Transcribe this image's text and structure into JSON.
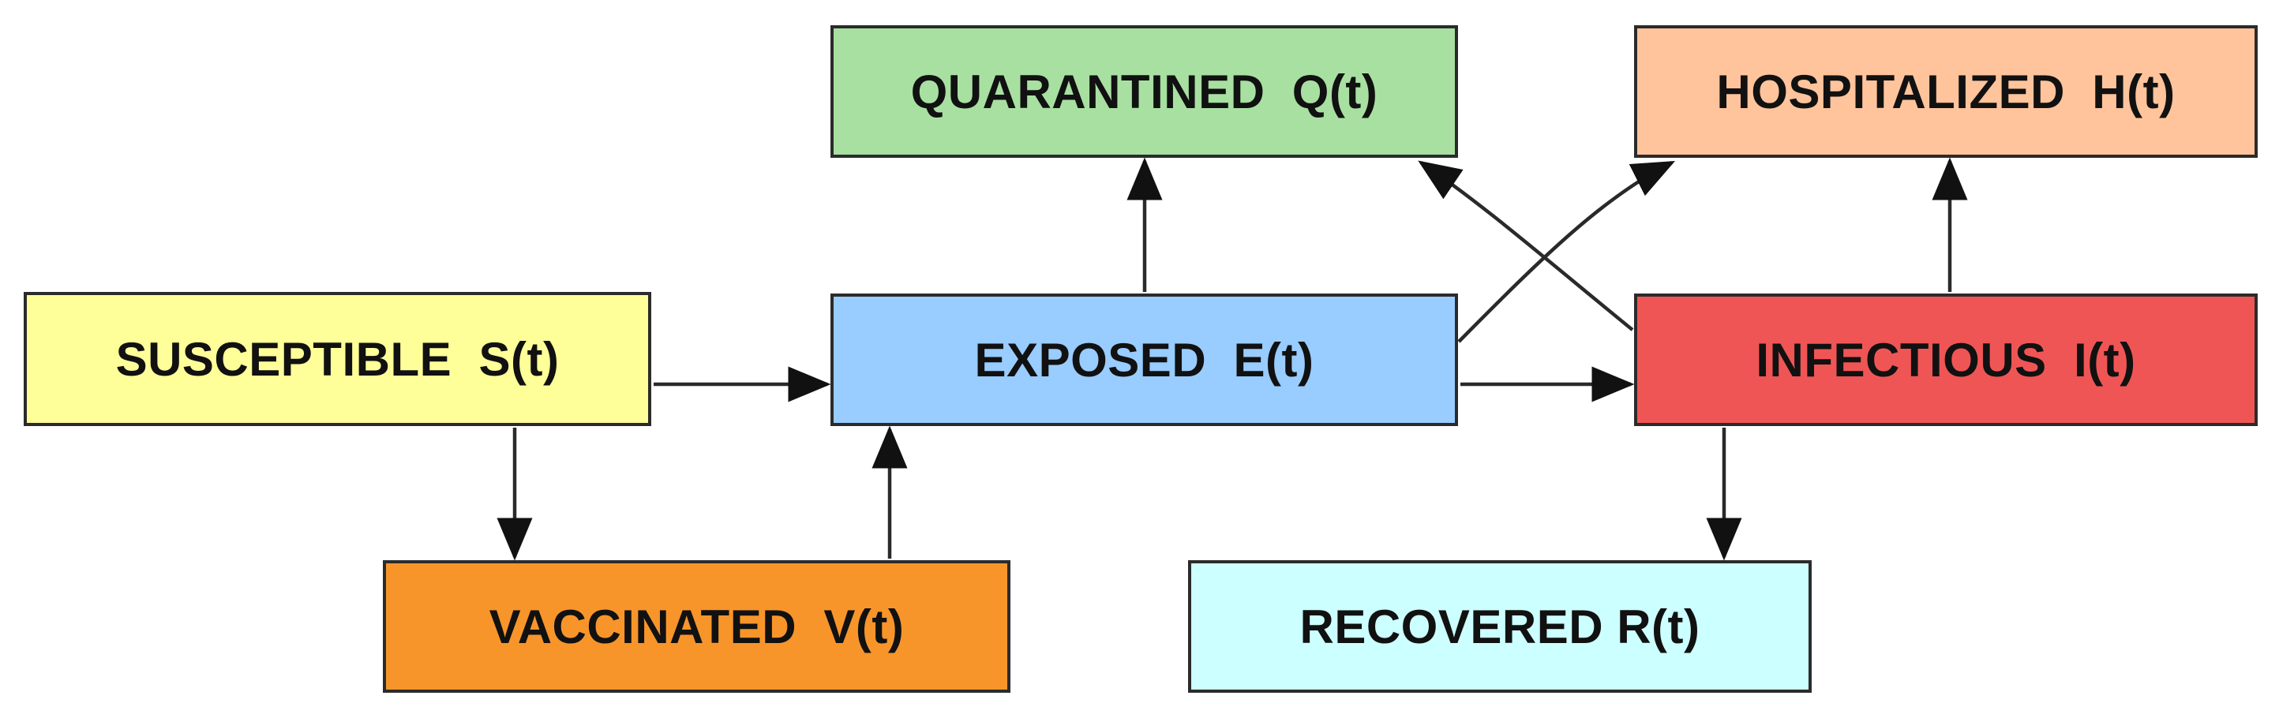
{
  "compartments": {
    "susceptible": {
      "label": "SUSCEPTIBLE  S(t)",
      "color": "#ffff99"
    },
    "exposed": {
      "label": "EXPOSED  E(t)",
      "color": "#99ccff"
    },
    "infectious": {
      "label": "INFECTIOUS  I(t)",
      "color": "#f05555"
    },
    "quarantined": {
      "label": "QUARANTINED  Q(t)",
      "color": "#a8e0a2"
    },
    "hospitalized": {
      "label": "HOSPITALIZED  H(t)",
      "color": "#ffc49c"
    },
    "vaccinated": {
      "label": "VACCINATED  V(t)",
      "color": "#f7952b"
    },
    "recovered": {
      "label": "RECOVERED R(t)",
      "color": "#ccffff"
    }
  },
  "transitions": [
    {
      "from": "susceptible",
      "to": "exposed"
    },
    {
      "from": "susceptible",
      "to": "vaccinated"
    },
    {
      "from": "vaccinated",
      "to": "exposed"
    },
    {
      "from": "exposed",
      "to": "quarantined"
    },
    {
      "from": "exposed",
      "to": "infectious"
    },
    {
      "from": "exposed",
      "to": "hospitalized"
    },
    {
      "from": "infectious",
      "to": "quarantined"
    },
    {
      "from": "infectious",
      "to": "hospitalized"
    },
    {
      "from": "infectious",
      "to": "recovered"
    }
  ]
}
